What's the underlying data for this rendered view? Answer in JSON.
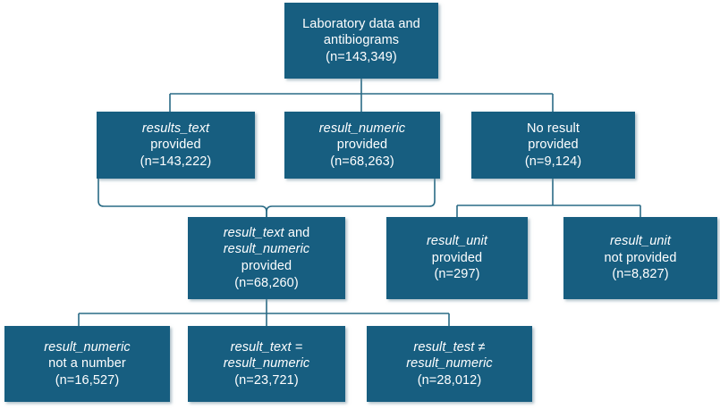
{
  "diagram": {
    "type": "flowchart",
    "title": "Laboratory data and antibiograms data-availability flow",
    "colors": {
      "box_fill": "#175e80",
      "box_text": "#ffffff",
      "connector": "#2a6b85",
      "background": "#ffffff"
    },
    "nodes": [
      {
        "id": "root",
        "name": "laboratory-data-box",
        "lines": [
          {
            "text": "Laboratory data and",
            "italic": false
          },
          {
            "text": "antibiograms",
            "italic": false
          },
          {
            "text": "(n=143,349)",
            "italic": false
          }
        ],
        "count": 143349
      },
      {
        "id": "results_text",
        "name": "results-text-provided-box",
        "lines": [
          {
            "text": "results_text",
            "italic": true
          },
          {
            "text": "provided",
            "italic": false
          },
          {
            "text": "(n=143,222)",
            "italic": false
          }
        ],
        "count": 143222
      },
      {
        "id": "result_numeric",
        "name": "result-numeric-provided-box",
        "lines": [
          {
            "text": "result_numeric",
            "italic": true
          },
          {
            "text": "provided",
            "italic": false
          },
          {
            "text": "(n=68,263)",
            "italic": false
          }
        ],
        "count": 68263
      },
      {
        "id": "no_result",
        "name": "no-result-provided-box",
        "lines": [
          {
            "text": "No result",
            "italic": false
          },
          {
            "text": "provided",
            "italic": false
          },
          {
            "text": "(n=9,124)",
            "italic": false
          }
        ],
        "count": 9124
      },
      {
        "id": "both_provided",
        "name": "result-text-and-numeric-box",
        "lines": [
          {
            "text": "result_text",
            "italic": true,
            "suffix": " and"
          },
          {
            "text": "result_numeric",
            "italic": true
          },
          {
            "text": "provided",
            "italic": false
          },
          {
            "text": "(n=68,260)",
            "italic": false
          }
        ],
        "count": 68260
      },
      {
        "id": "unit_provided",
        "name": "result-unit-provided-box",
        "lines": [
          {
            "text": "result_unit",
            "italic": true
          },
          {
            "text": "provided",
            "italic": false
          },
          {
            "text": "(n=297)",
            "italic": false
          }
        ],
        "count": 297
      },
      {
        "id": "unit_not_provided",
        "name": "result-unit-not-provided-box",
        "lines": [
          {
            "text": "result_unit",
            "italic": true
          },
          {
            "text": "not provided",
            "italic": false
          },
          {
            "text": "(n=8,827)",
            "italic": false
          }
        ],
        "count": 8827
      },
      {
        "id": "not_a_number",
        "name": "result-numeric-not-a-number-box",
        "lines": [
          {
            "text": "result_numeric",
            "italic": true
          },
          {
            "text": "not a number",
            "italic": false
          },
          {
            "text": "(n=16,527)",
            "italic": false
          }
        ],
        "count": 16527
      },
      {
        "id": "text_equals_numeric",
        "name": "result-text-equals-numeric-box",
        "lines": [
          {
            "text": "result_text =",
            "italic": true
          },
          {
            "text": "result_numeric",
            "italic": true
          },
          {
            "text": "(n=23,721)",
            "italic": false
          }
        ],
        "count": 23721
      },
      {
        "id": "text_not_equals_numeric",
        "name": "result-test-not-equals-numeric-box",
        "lines": [
          {
            "text": "result_test ≠",
            "italic": true
          },
          {
            "text": "result_numeric",
            "italic": true
          },
          {
            "text": "(n=28,012)",
            "italic": false
          }
        ],
        "count": 28012
      }
    ]
  }
}
